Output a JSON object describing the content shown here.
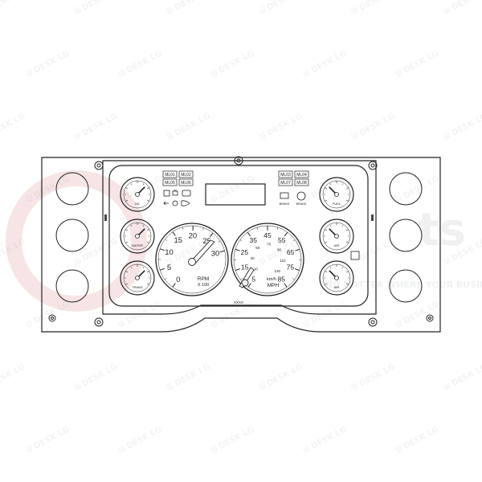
{
  "watermark": {
    "tile_text": "ᗯ DESK LG",
    "tagline": "NO MATTER WHERE YOUR BUSINESS MOVES",
    "brand_fragment": "ts"
  },
  "panel": {
    "center_marker": "XXXX"
  },
  "tachometer": {
    "ticks": [
      "0",
      "5",
      "10",
      "15",
      "20",
      "25",
      "30"
    ],
    "unit_line1": "RPM",
    "unit_line2": "X 100"
  },
  "speedometer": {
    "mph_ticks": [
      "5",
      "15",
      "25",
      "35",
      "45",
      "55",
      "65",
      "75",
      "85"
    ],
    "kmh_ticks": [
      "10",
      "30",
      "50",
      "70",
      "90",
      "110",
      "130"
    ],
    "unit_line1": "km/h",
    "unit_line2": "MPH"
  },
  "left_gauges": [
    {
      "label": "OIL"
    },
    {
      "label": "WATER"
    },
    {
      "label": "TRANS"
    }
  ],
  "right_gauges": [
    {
      "label": "FUEL"
    },
    {
      "label": "AIR"
    },
    {
      "label": "AIR"
    }
  ],
  "warning_lights_left": [
    "ML01",
    "ML02",
    "ML05",
    "ML06"
  ],
  "warning_lights_right": [
    "ML03",
    "ML04",
    "ML07",
    "ML08"
  ],
  "brake_labels": [
    "BRAKE",
    "BRAKE"
  ]
}
